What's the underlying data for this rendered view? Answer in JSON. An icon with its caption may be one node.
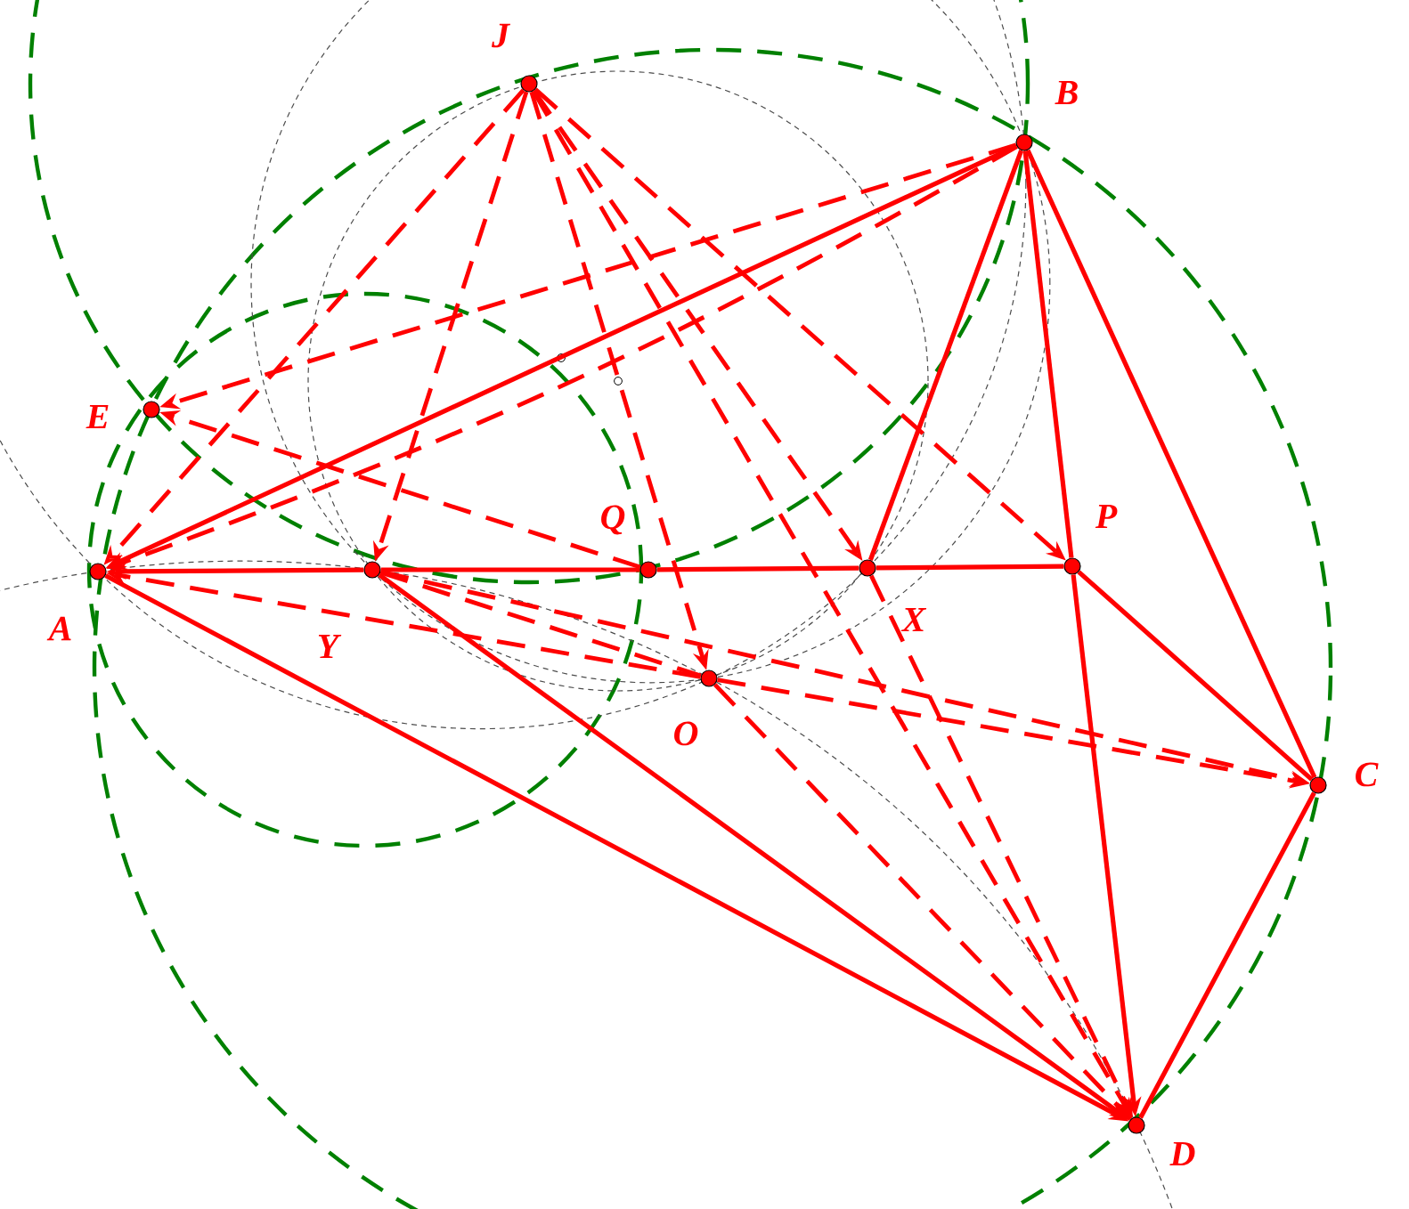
{
  "diagram": {
    "nodes": [
      {
        "text": [],
        "shape": "circle",
        "beside": [
          "J"
        ]
      },
      {
        "text": [],
        "shape": "circle",
        "beside": [
          "B"
        ]
      },
      {
        "text": [],
        "shape": "circle",
        "beside": [
          "E"
        ]
      },
      {
        "text": [],
        "shape": "circle",
        "beside": [
          "A"
        ]
      },
      {
        "text": [],
        "shape": "circle",
        "beside": [
          "Y"
        ]
      },
      {
        "text": [],
        "shape": "circle",
        "beside": [
          "Q"
        ]
      },
      {
        "text": [],
        "shape": "circle",
        "beside": [
          "X"
        ]
      },
      {
        "text": [],
        "shape": "circle",
        "beside": [
          "P"
        ]
      },
      {
        "text": [],
        "shape": "circle",
        "beside": [
          "O"
        ]
      },
      {
        "text": [],
        "shape": "circle",
        "beside": [
          "C"
        ]
      },
      {
        "text": [],
        "shape": "circle",
        "beside": [
          "D"
        ]
      }
    ],
    "edges": [
      {
        "from": 1,
        "to": 3,
        "arrow": "to"
      },
      {
        "from": 4,
        "to": 3,
        "arrow": "to"
      },
      {
        "from": 5,
        "to": 4,
        "arrow": "none"
      },
      {
        "from": 6,
        "to": 5,
        "arrow": "none"
      },
      {
        "from": 7,
        "to": 6,
        "arrow": "none"
      },
      {
        "from": 1,
        "to": 6,
        "arrow": "none"
      },
      {
        "from": 1,
        "to": 7,
        "arrow": "none"
      },
      {
        "from": 7,
        "to": 10,
        "arrow": "to"
      },
      {
        "from": 1,
        "to": 9,
        "arrow": "none"
      },
      {
        "from": 7,
        "to": 9,
        "arrow": "none"
      },
      {
        "from": 9,
        "to": 10,
        "arrow": "none"
      },
      {
        "from": 3,
        "to": 10,
        "arrow": "to"
      },
      {
        "from": 4,
        "to": 10,
        "arrow": "to"
      },
      {
        "from": 0,
        "to": 3,
        "arrow": "to",
        "style": "dashed"
      },
      {
        "from": 0,
        "to": 4,
        "arrow": "to",
        "style": "dashed"
      },
      {
        "from": 0,
        "to": 8,
        "arrow": "to",
        "style": "dashed"
      },
      {
        "from": 0,
        "to": 6,
        "arrow": "to",
        "style": "dashed"
      },
      {
        "from": 0,
        "to": 10,
        "arrow": "to",
        "style": "dashed"
      },
      {
        "from": 0,
        "to": 7,
        "arrow": "to",
        "style": "dashed"
      },
      {
        "from": 1,
        "to": 2,
        "arrow": "to",
        "style": "dashed"
      },
      {
        "from": 1,
        "to": 3,
        "arrow": "to",
        "style": "dashed"
      },
      {
        "from": 5,
        "to": 2,
        "arrow": "to",
        "style": "dashed"
      },
      {
        "from": 8,
        "to": 3,
        "arrow": "to",
        "style": "dashed"
      },
      {
        "from": 8,
        "to": 9,
        "arrow": "to",
        "style": "dashed"
      },
      {
        "from": 4,
        "to": 8,
        "arrow": "none",
        "style": "dashed"
      },
      {
        "from": 4,
        "to": 9,
        "arrow": "to",
        "style": "dashed"
      },
      {
        "from": 8,
        "to": 10,
        "arrow": "none",
        "style": "dashed"
      },
      {
        "from": 6,
        "to": 10,
        "arrow": "to",
        "style": "dashed"
      }
    ]
  }
}
